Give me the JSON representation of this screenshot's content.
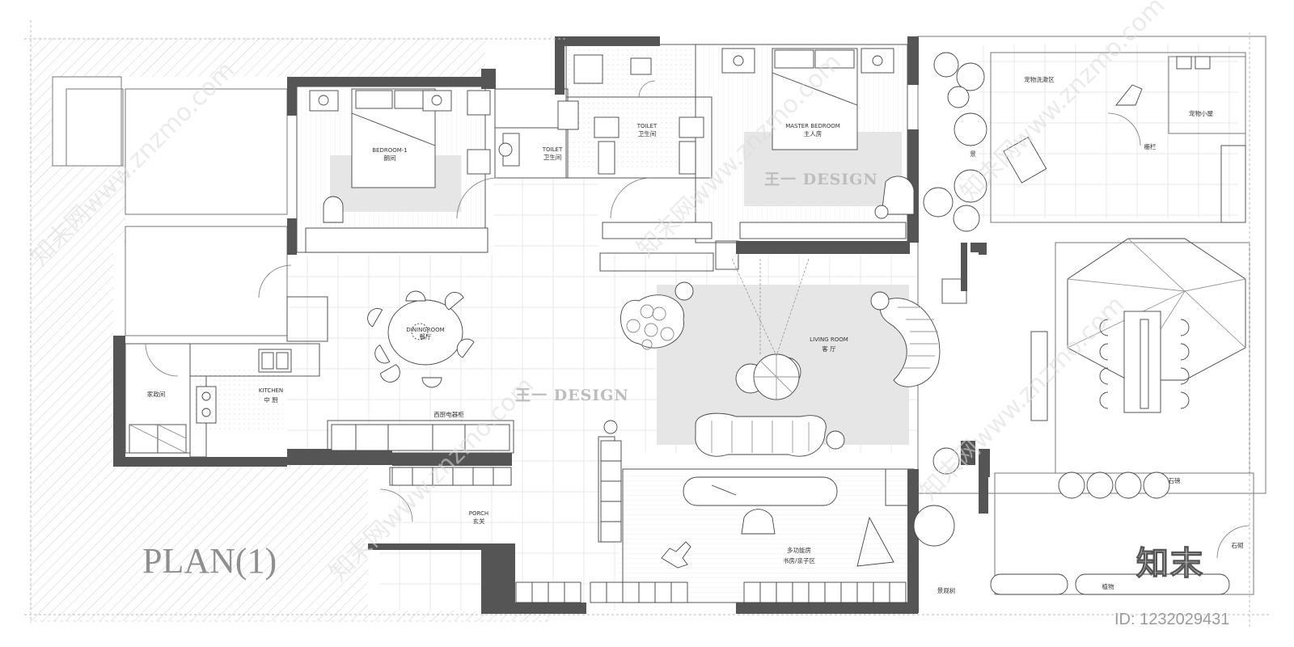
{
  "plan_title": "PLAN(1)",
  "design_watermark": "王一 DESIGN",
  "site_watermark": "知末网www.znzmo.com",
  "brand_logo": "知末",
  "image_id": "ID: 1232029431",
  "rooms": {
    "bedroom1_en": "BEDROOM-1",
    "bedroom1_cn": "朗间",
    "toilet1_en": "TOILET",
    "toilet1_cn": "卫生间",
    "toilet2_en": "TOILET",
    "toilet2_cn": "卫生间",
    "master_en": "MASTER BEDROOM",
    "master_cn": "主人房",
    "dining_en": "DININGROOM",
    "dining_cn": "餐厅",
    "living_en": "LIVING ROOM",
    "living_cn": "客 厅",
    "kitchen_en": "KITCHEN",
    "kitchen_cn": "中 厨",
    "utility_cn": "家政间",
    "western_kitchen_cn": "西厨电器柜",
    "porch_en": "PORCH",
    "porch_cn": "玄关",
    "multi_cn": "多功能房",
    "study_cn": "书房/亲子区",
    "pet_wash_cn": "宠物洗漱区",
    "pet_house_cn": "宠物小屋",
    "fence_cn": "栅栏",
    "scene_cn": "景",
    "stone_cn": "石磅",
    "stone2_cn": "石砌",
    "plants_cn": "植物",
    "landscape_tree_cn": "景观树"
  }
}
